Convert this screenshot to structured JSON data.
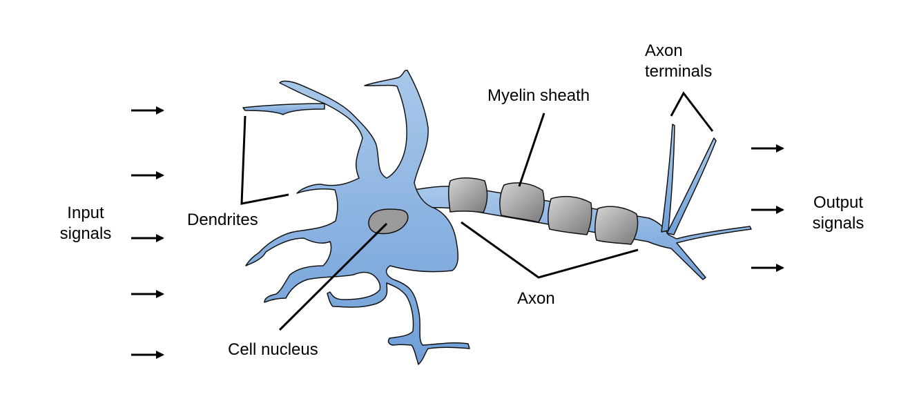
{
  "labels": {
    "input_signals": [
      "Input",
      "signals"
    ],
    "output_signals": [
      "Output",
      "signals"
    ],
    "dendrites": "Dendrites",
    "cell_nucleus": "Cell nucleus",
    "myelin_sheath": "Myelin sheath",
    "axon": "Axon",
    "axon_terminals": [
      "Axon",
      "terminals"
    ]
  },
  "colors": {
    "cell_fill_light": "#a9c8ea",
    "cell_fill_dark": "#6f9fd8",
    "cell_outline": "#111111",
    "myelin_light": "#d4d4d4",
    "myelin_dark": "#7a7a7a",
    "nucleus": "#9a9a9a"
  },
  "icons": {
    "input_arrows": "arrow-right-icon",
    "output_arrows": "arrow-right-icon"
  },
  "counts": {
    "input_arrows": 5,
    "output_arrows": 3,
    "myelin_segments": 4
  }
}
